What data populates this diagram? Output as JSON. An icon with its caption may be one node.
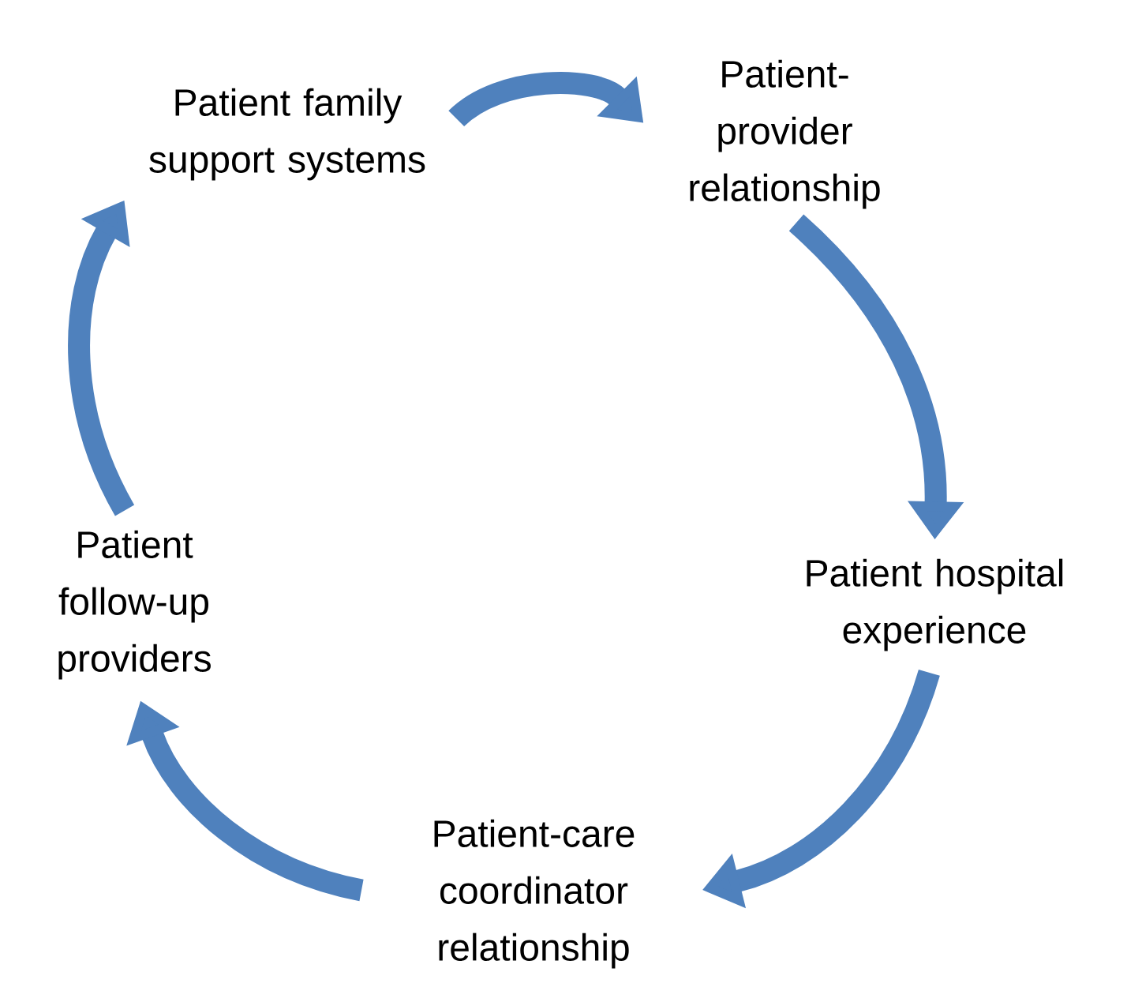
{
  "diagram": {
    "nodes": [
      {
        "text": [
          "Patient family support systems"
        ]
      },
      {
        "text": [
          "Patient-provider relationship"
        ]
      },
      {
        "text": [
          "Patient hospital experience"
        ]
      },
      {
        "text": [
          "Patient-care coordinator relationship"
        ]
      },
      {
        "text": [
          "Patient follow-up providers"
        ]
      }
    ],
    "edges": [
      {
        "from": 0,
        "to": 1,
        "arrow": "to"
      },
      {
        "from": 1,
        "to": 2,
        "arrow": "to"
      },
      {
        "from": 2,
        "to": 3,
        "arrow": "to"
      },
      {
        "from": 3,
        "to": 4,
        "arrow": "to"
      },
      {
        "from": 4,
        "to": 0,
        "arrow": "to"
      }
    ]
  }
}
